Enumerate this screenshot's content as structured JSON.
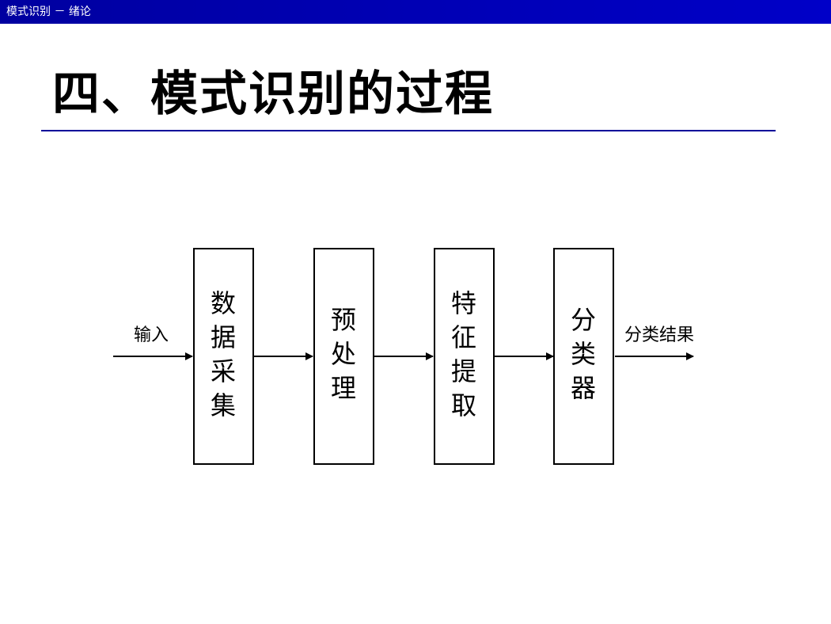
{
  "header": {
    "text": "模式识别 － 绪论"
  },
  "slide": {
    "title": "四、模式识别的过程"
  },
  "diagram": {
    "input_label": "输入",
    "output_label": "分类结果",
    "steps": [
      {
        "label": "数据采集",
        "chars": [
          "数",
          "据",
          "采",
          "集"
        ]
      },
      {
        "label": "预处理",
        "chars": [
          "预",
          "处",
          "理"
        ]
      },
      {
        "label": "特征提取",
        "chars": [
          "特",
          "征",
          "提",
          "取"
        ]
      },
      {
        "label": "分类器",
        "chars": [
          "分",
          "类",
          "器"
        ]
      }
    ]
  }
}
